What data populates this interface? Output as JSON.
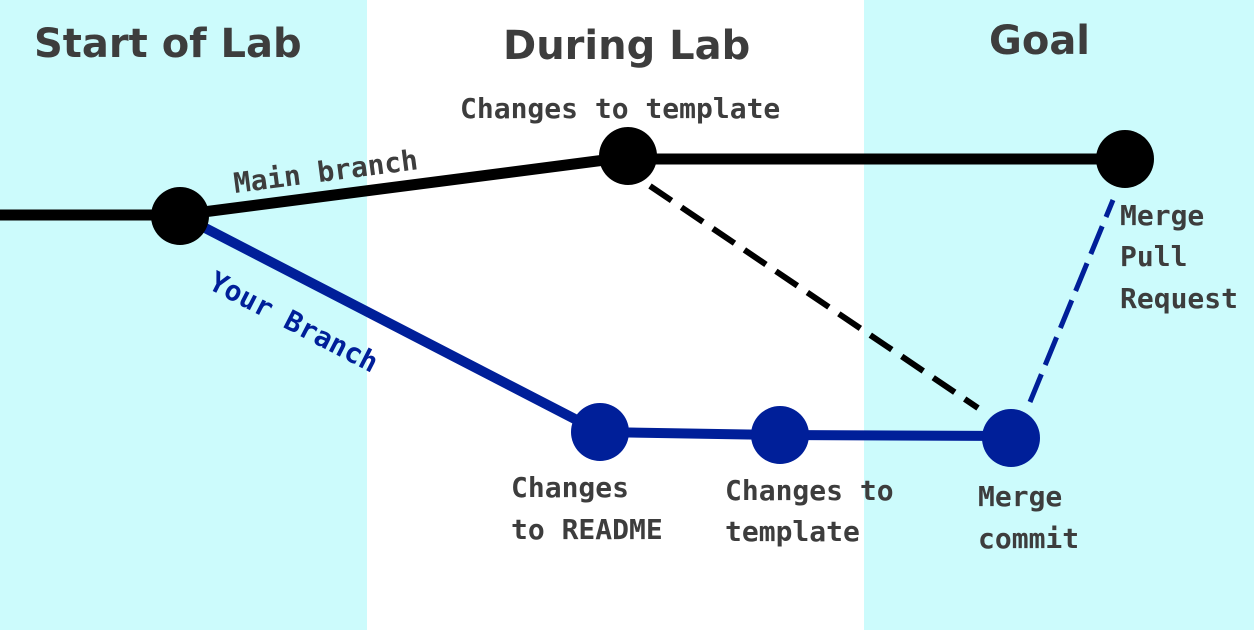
{
  "sections": {
    "start_title": "Start of Lab",
    "during_title": "During Lab",
    "goal_title": "Goal"
  },
  "colors": {
    "panel_highlight": "#ccfbfc",
    "main_branch": "#000000",
    "your_branch": "#001f99",
    "text": "#3d3d3d"
  },
  "branches": {
    "main": "Main branch",
    "yours": "Your Branch"
  },
  "commits": {
    "main_template": "Changes to template",
    "readme": [
      "Changes",
      "to README"
    ],
    "branch_template": [
      "Changes to",
      "template"
    ],
    "merge_commit": [
      "Merge",
      "commit"
    ],
    "merge_pr": [
      "Merge",
      "Pull",
      "Request"
    ]
  }
}
